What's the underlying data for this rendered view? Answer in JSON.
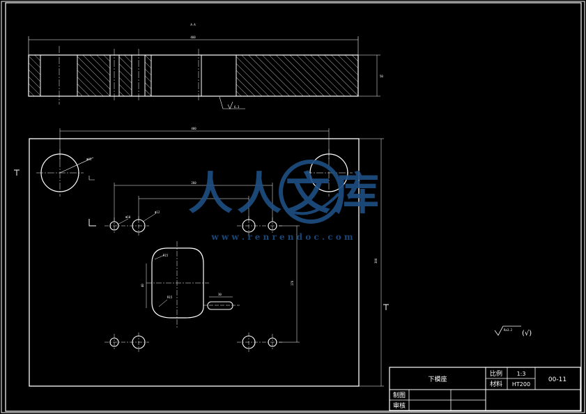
{
  "section_label": "A-A",
  "watermark": {
    "chars": "人人文库",
    "url": "w w w . r e n r e n d o c . c o m"
  },
  "roughness": {
    "main": "Ra6.3",
    "general": "Ra3.2",
    "symbol": "(√)"
  },
  "dimensions": {
    "top_overall": "460",
    "top_thickness": "50",
    "bolt_spacing": "400",
    "plate_height": "300",
    "inner_span": "260",
    "inner_height": "170",
    "hole_large_dia": "Φ45",
    "hole_small_dia": "Φ12",
    "hole_pin_dia": "Φ10",
    "opening_radius": "R15",
    "opening_height": "40",
    "slot_length": "30",
    "top_mark": "6.3"
  },
  "title_block": {
    "name": "下模座",
    "scale_label": "比例",
    "scale_value": "1:3",
    "material_label": "材料",
    "material_value": "HT200",
    "drawing_number": "00-11",
    "drawn_label": "制图",
    "checked_label": "审核"
  },
  "colors": {
    "background": "#000000",
    "lines": "#ffffff",
    "watermark": "#1f4f84"
  }
}
